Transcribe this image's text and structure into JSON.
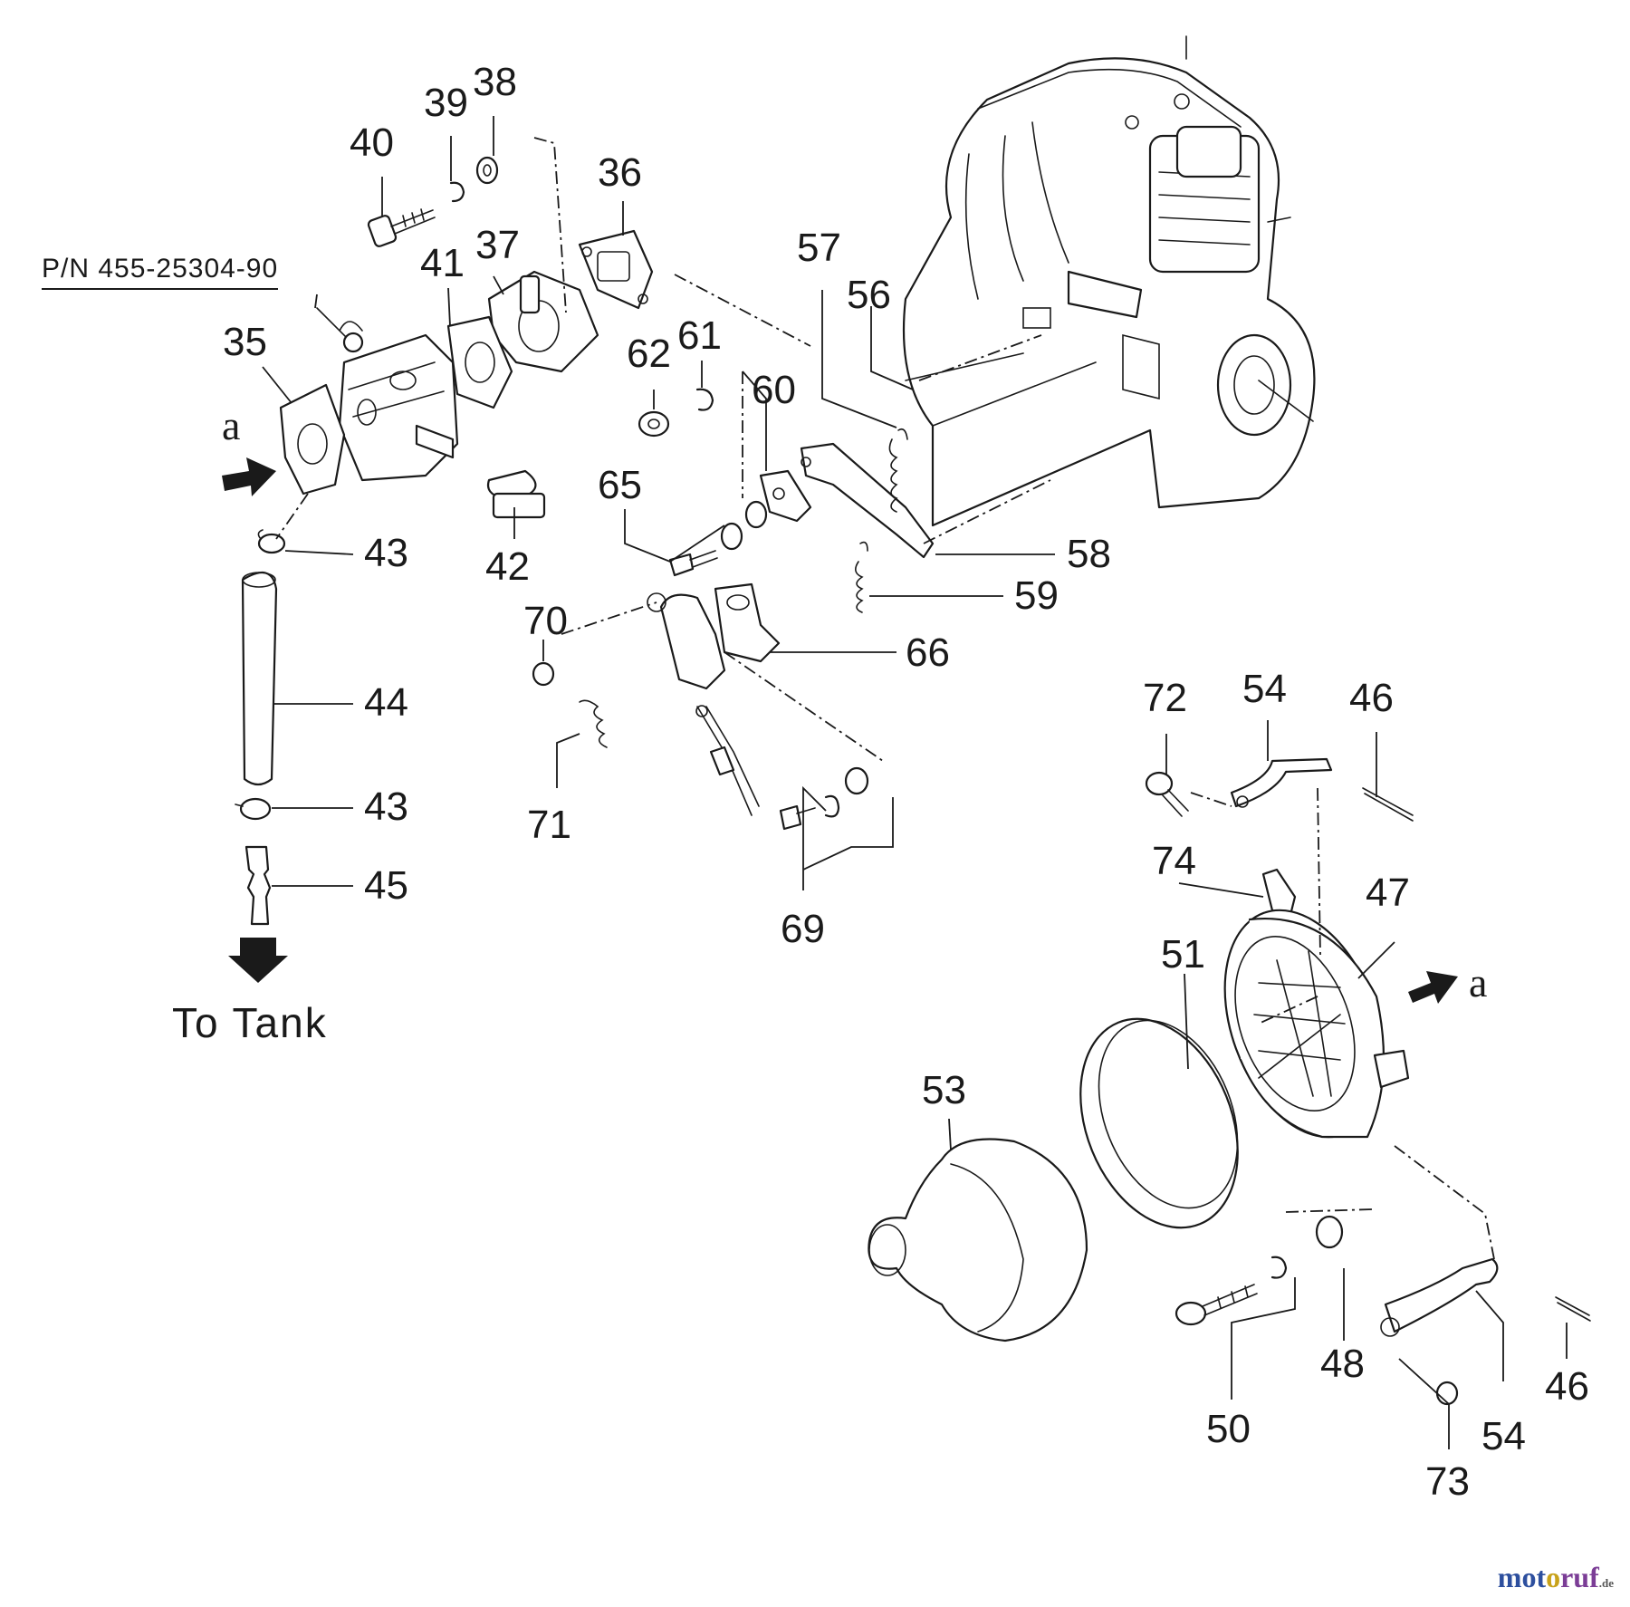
{
  "part_number_label": "P/N 455-25304-90",
  "outlet_label": "To Tank",
  "arrow_letter": "a",
  "watermark": {
    "part1": "mot",
    "part2": "o",
    "part3": "ruf",
    "tld": ".de"
  },
  "callouts": {
    "c35": "35",
    "c36": "36",
    "c37": "37",
    "c38": "38",
    "c39": "39",
    "c40": "40",
    "c41": "41",
    "c42": "42",
    "c43a": "43",
    "c43b": "43",
    "c44": "44",
    "c45": "45",
    "c46a": "46",
    "c46b": "46",
    "c47": "47",
    "c48": "48",
    "c50": "50",
    "c51": "51",
    "c53": "53",
    "c54a": "54",
    "c54b": "54",
    "c56": "56",
    "c57": "57",
    "c58": "58",
    "c59": "59",
    "c60": "60",
    "c61": "61",
    "c62": "62",
    "c65": "65",
    "c66": "66",
    "c69": "69",
    "c70": "70",
    "c71": "71",
    "c72": "72",
    "c73": "73",
    "c74": "74"
  },
  "colors": {
    "line": "#1a1a1a",
    "brand_blue": "#2d4f9e",
    "brand_gold": "#c8a21a",
    "brand_purple": "#7b3d96"
  }
}
